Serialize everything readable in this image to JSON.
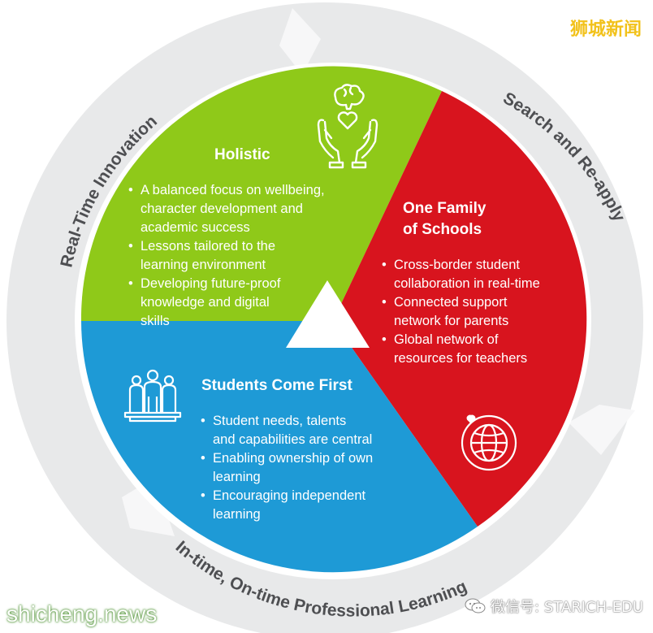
{
  "colors": {
    "ring": "#e8e9ea",
    "ring_arrow": "#f7f7f8",
    "ring_text": "#4e4f52",
    "holistic": "#8fc919",
    "family": "#d8141e",
    "students": "#1e9ad6",
    "center": "#ffffff",
    "watermark_top": "#f2c21b"
  },
  "ring": {
    "left_label": "Real-Time Innovation",
    "right_label": "Search and Re-apply",
    "bottom_label": "In-time, On-time Professional Learning"
  },
  "holistic": {
    "title": "Holistic",
    "icon": "hands-heart-brain-icon",
    "bullets": [
      "A balanced focus on wellbeing,",
      "character development and",
      "academic success",
      "Lessons tailored to the",
      "learning environment",
      "Developing future-proof",
      "knowledge and digital",
      "skills"
    ]
  },
  "family": {
    "title_line1": "One Family",
    "title_line2": "of Schools",
    "icon": "globe-heart-icon",
    "bullets": [
      "Cross-border student",
      "collaboration in real-time",
      "Connected support",
      "network for parents",
      "Global network of",
      "resources for teachers"
    ]
  },
  "students": {
    "title": "Students Come First",
    "icon": "students-group-icon",
    "bullets": [
      "Student needs, talents",
      "and capabilities are central",
      "Enabling ownership of own",
      "learning",
      "Encouraging independent",
      "learning"
    ]
  },
  "watermarks": {
    "top_right": "狮城新闻",
    "bottom_left": "shicheng.news",
    "bottom_right": "微信号: STARICH-EDU",
    "bottom_right_icon": "wechat-icon"
  }
}
